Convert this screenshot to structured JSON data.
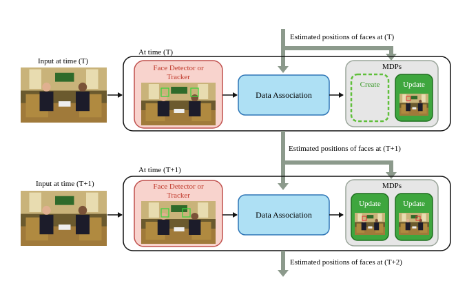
{
  "labels": {
    "est_top": "Estimated positions of faces at (T)",
    "est_mid": "Estimated positions of faces at (T+1)",
    "est_bottom": "Estimated positions of faces at (T+2)"
  },
  "rows": [
    {
      "input_label": "Input at time (T)",
      "time_label": "At time (T)",
      "detector_label_line1": "Face Detector or",
      "detector_label_line2": "Tracker",
      "assoc_label": "Data Association",
      "mdps_label": "MDPs",
      "left_box_label": "Create",
      "right_box_label": "Update"
    },
    {
      "input_label": "Input at time (T+1)",
      "time_label": "At time (T+1)",
      "detector_label_line1": "Face Detector or",
      "detector_label_line2": "Tracker",
      "assoc_label": "Data Association",
      "mdps_label": "MDPs",
      "left_box_label": "Update",
      "right_box_label": "Update"
    }
  ],
  "colors": {
    "arrow_gray": "#8c9a8c",
    "detector_fill": "#f8d3cd",
    "detector_stroke": "#c0504d",
    "detector_text": "#c0392b",
    "assoc_fill": "#aee0f4",
    "assoc_stroke": "#2e75b6",
    "mdp_fill": "#e6e6e6",
    "mdp_stroke": "#9aa59a",
    "update_fill": "#3ea63e",
    "update_stroke": "#1f6f1f",
    "create_stroke": "#5fbf3a"
  }
}
